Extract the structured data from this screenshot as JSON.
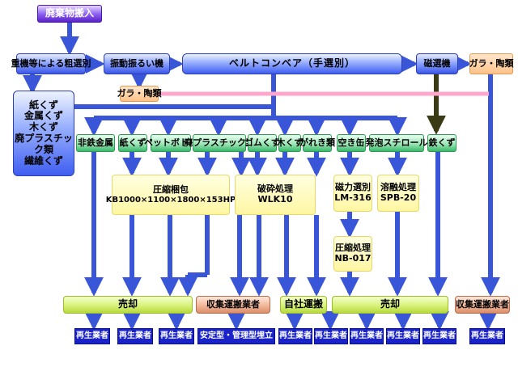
{
  "title": "廃棄物搬入",
  "row1": {
    "rough_sort": "重機等による粗選別",
    "vibration": "振動振るい機",
    "belt": "ベルトコンベア（手選別）",
    "magnet": "磁選機",
    "glass_top": "ガラ・陶類"
  },
  "glass_mid": "ガラ・陶類",
  "manual_list": [
    "紙くず",
    "金属くず",
    "木くず",
    "廃プラスチック類",
    "繊維くず"
  ],
  "categories": [
    "非鉄金属",
    "紙くず",
    "ペットボトル",
    "廃プラスチック類",
    "ゴムくず",
    "木くず",
    "がれき類",
    "空き缶",
    "発泡スチロール",
    "鉄くず"
  ],
  "processes": {
    "compress": {
      "name": "圧縮梱包",
      "spec": "KB1000×1100×1800×153HP"
    },
    "crush": {
      "name": "破砕処理",
      "spec": "WLK10"
    },
    "magnetic": {
      "name": "磁力選別",
      "spec": "LM-316"
    },
    "melt": {
      "name": "溶融処理",
      "spec": "SPB-20"
    },
    "press": {
      "name": "圧縮処理",
      "spec": "NB-017"
    }
  },
  "outcomes": {
    "sale_left": "売却",
    "collect_mid": "収集運搬業者",
    "own_transport": "自社運搬",
    "sale_right": "売却",
    "collect_right": "収集運搬業者"
  },
  "finals": {
    "recycler": "再生業者",
    "landfill": "安定型・管理型埋立"
  },
  "colors": {
    "arrow_blue": "#3a56d8",
    "arrow_dark": "#3a3a14",
    "pink_line": "#ffa6cc",
    "final_navy": "#1a22c9"
  }
}
